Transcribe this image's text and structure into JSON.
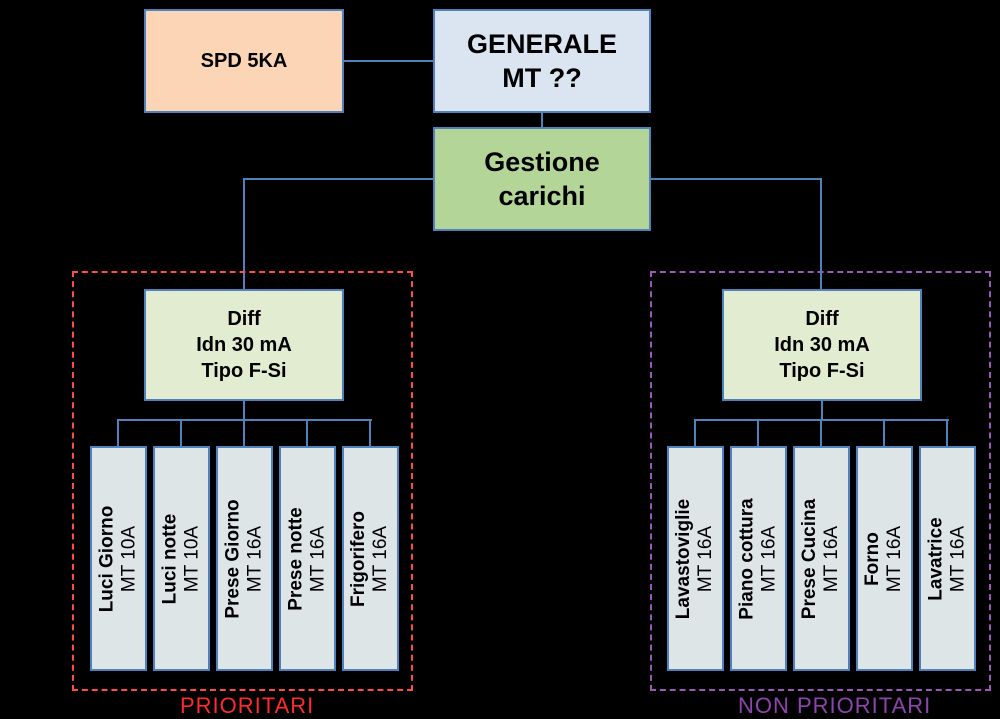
{
  "diagram": {
    "spd": {
      "label": "SPD 5KA",
      "color": "#fbd5b5"
    },
    "generale": {
      "line1": "GENERALE",
      "line2": "MT ??",
      "color": "#dbe5f1"
    },
    "gestione": {
      "line1": "Gestione",
      "line2": "carichi",
      "color": "#b4d598"
    },
    "groups": [
      {
        "label": "PRIORITARI",
        "border_color": "#ff4a4a",
        "diff": {
          "line1": "Diff",
          "line2": "Idn 30 mA",
          "line3": "Tipo F-Si"
        },
        "circuits": [
          {
            "name": "Luci Giorno",
            "rating": "MT 10A"
          },
          {
            "name": "Luci notte",
            "rating": "MT 10A"
          },
          {
            "name": "Prese Giorno",
            "rating": "MT 16A"
          },
          {
            "name": "Prese notte",
            "rating": "MT 16A"
          },
          {
            "name": "Frigorifero",
            "rating": "MT 16A"
          }
        ]
      },
      {
        "label": "NON PRIORITARI",
        "border_color": "#9b59b6",
        "diff": {
          "line1": "Diff",
          "line2": "Idn 30 mA",
          "line3": "Tipo F-Si"
        },
        "circuits": [
          {
            "name": "Lavastoviglie",
            "rating": "MT 16A"
          },
          {
            "name": "Piano cottura",
            "rating": "MT 16A"
          },
          {
            "name": "Prese Cucina",
            "rating": "MT 16A"
          },
          {
            "name": "Forno",
            "rating": "MT 16A"
          },
          {
            "name": "Lavatrice",
            "rating": "MT 16A"
          }
        ]
      }
    ],
    "connector_color": "#4f81bd"
  }
}
